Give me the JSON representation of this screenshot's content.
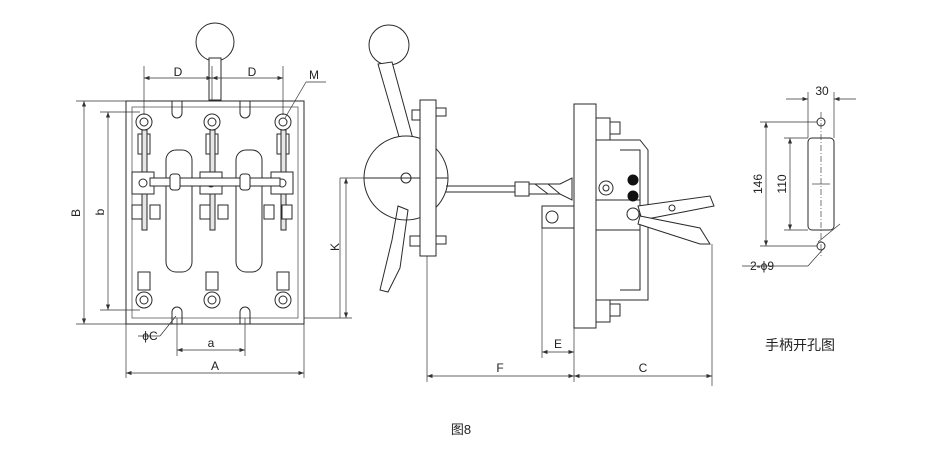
{
  "figure": {
    "caption": "图8"
  },
  "labels": {
    "D_left": "D",
    "D_right": "D",
    "M": "M",
    "B": "B",
    "b": "b",
    "phiC": "ϕC",
    "a": "a",
    "A": "A",
    "K": "K",
    "F": "F",
    "E": "E",
    "C": "C"
  },
  "handle_cutout": {
    "title": "手柄开孔图",
    "dim_width": "30",
    "dim_outer": "146",
    "dim_inner": "110",
    "dim_holes": "2-ϕ9"
  }
}
